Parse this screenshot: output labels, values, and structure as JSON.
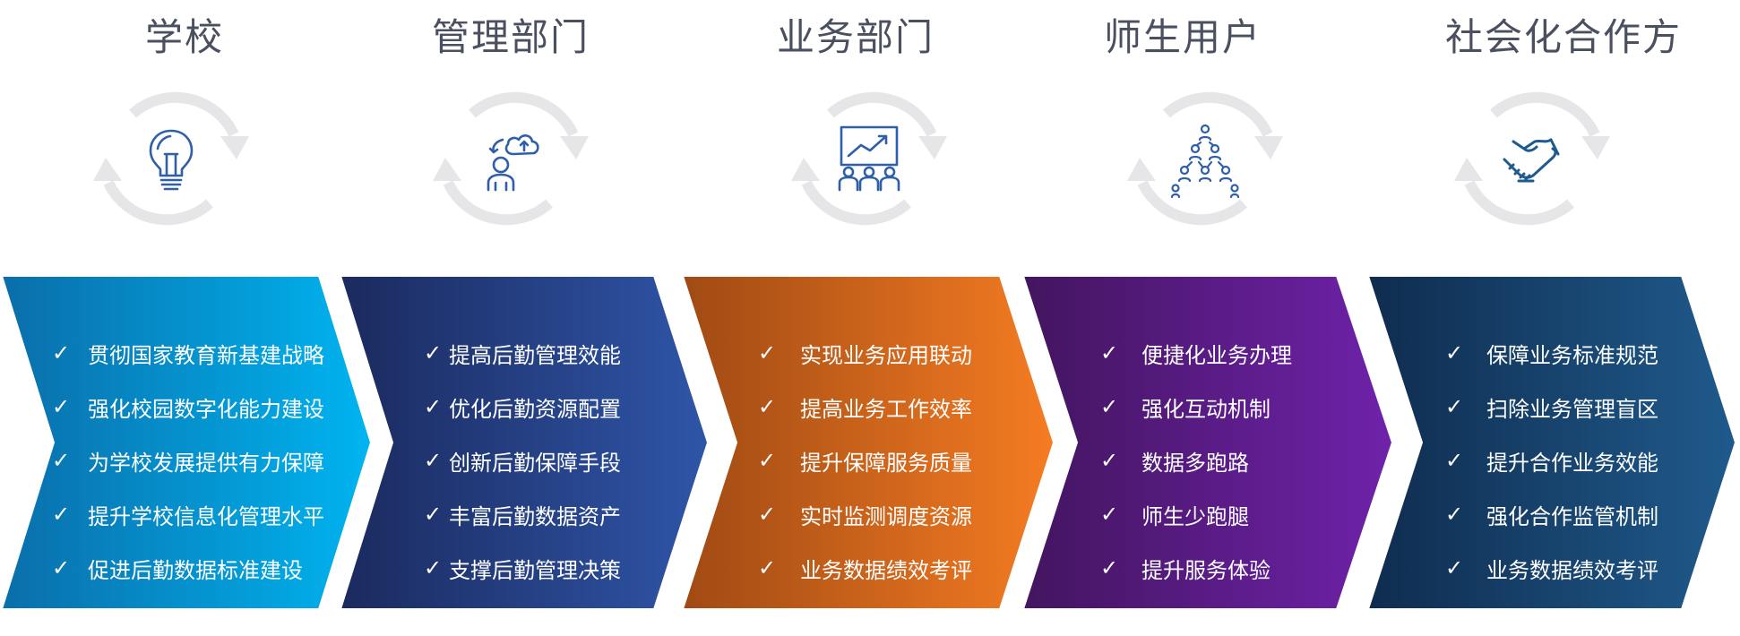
{
  "columns": [
    {
      "title": "学校",
      "icon": "lightbulb-icon",
      "items": [
        "贯彻国家教育新基建战略",
        "强化校园数字化能力建设",
        "为学校发展提供有力保障",
        "提升学校信息化管理水平",
        "促进后勤数据标准建设"
      ],
      "gradient": [
        "#0a6eaa",
        "#00b4f0"
      ]
    },
    {
      "title": "管理部门",
      "icon": "manager-cloud-icon",
      "items": [
        "提高后勤管理效能",
        "优化后勤资源配置",
        "创新后勤保障手段",
        "丰富后勤数据资产",
        "支撑后勤管理决策"
      ],
      "gradient": [
        "#1b2a5e",
        "#2f55a8"
      ]
    },
    {
      "title": "业务部门",
      "icon": "presentation-chart-icon",
      "items": [
        "实现业务应用联动",
        "提高业务工作效率",
        "提升保障服务质量",
        "实时监测调度资源",
        "业务数据绩效考评"
      ],
      "gradient": [
        "#a04a14",
        "#f57c22"
      ]
    },
    {
      "title": "师生用户",
      "icon": "people-network-icon",
      "items": [
        "便捷化业务办理",
        "强化互动机制",
        "数据多跑路",
        "师生少跑腿",
        "提升服务体验"
      ],
      "gradient": [
        "#43155f",
        "#6f22aa"
      ]
    },
    {
      "title": "社会化合作方",
      "icon": "handshake-icon",
      "items": [
        "保障业务标准规范",
        "扫除业务管理盲区",
        "提升合作业务效能",
        "强化合作监管机制",
        "业务数据绩效考评"
      ],
      "gradient": [
        "#0f2c4e",
        "#1f5a8c"
      ]
    }
  ],
  "check_mark": "✓",
  "colors": {
    "icon_stroke": "#2e5fa8",
    "cycle_arrow": "#e6e6e8",
    "title_text": "#4a5060"
  }
}
